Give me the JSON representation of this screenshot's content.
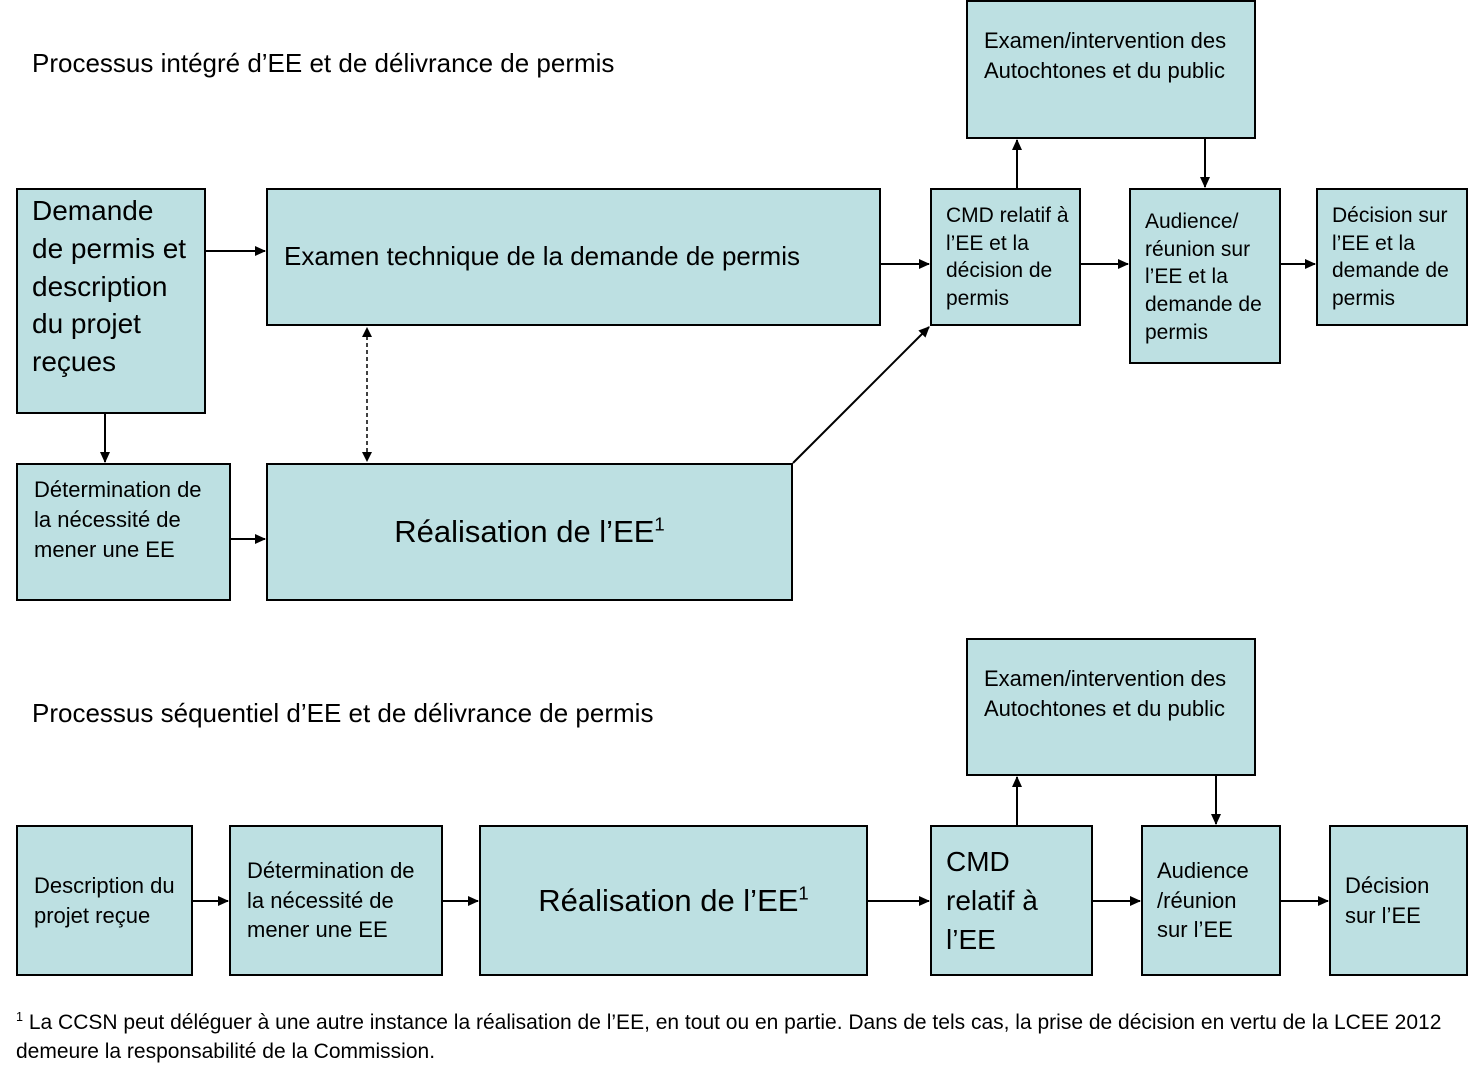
{
  "integrated": {
    "title": "Processus intégré d’EE et de délivrance de permis",
    "demande": "Demande de permis et description du projet reçues",
    "examen_technique": "Examen technique de la demande de permis",
    "examen_autochtones": "Examen/intervention des Autochtones et du public",
    "cmd": "CMD relatif à l’EE et la décision de permis",
    "audience": "Audience/ réunion sur l’EE et la demande de permis",
    "decision": "Décision sur l’EE et la demande de permis",
    "determination": "Détermination de la nécessité de mener une EE",
    "realisation": "Réalisation de l’EE",
    "realisation_sup": "1"
  },
  "sequential": {
    "title": "Processus séquentiel d’EE et de délivrance de permis",
    "description": "Description du projet reçue",
    "determination": "Détermination de la nécessité de mener une EE",
    "realisation": "Réalisation de l’EE",
    "realisation_sup": "1",
    "examen_autochtones": "Examen/intervention des Autochtones et du public",
    "cmd": "CMD relatif à l’EE",
    "audience": "Audience /réunion sur l’EE",
    "decision": "Décision sur l’EE"
  },
  "footnote": {
    "marker": "1",
    "text": "La CCSN peut déléguer à une autre instance la réalisation de l’EE, en tout ou en partie. Dans de tels cas, la prise de décision en vertu de la LCEE 2012 demeure la responsabilité de la Commission."
  },
  "colors": {
    "box_fill": "#bde0e2",
    "border": "#000000"
  }
}
